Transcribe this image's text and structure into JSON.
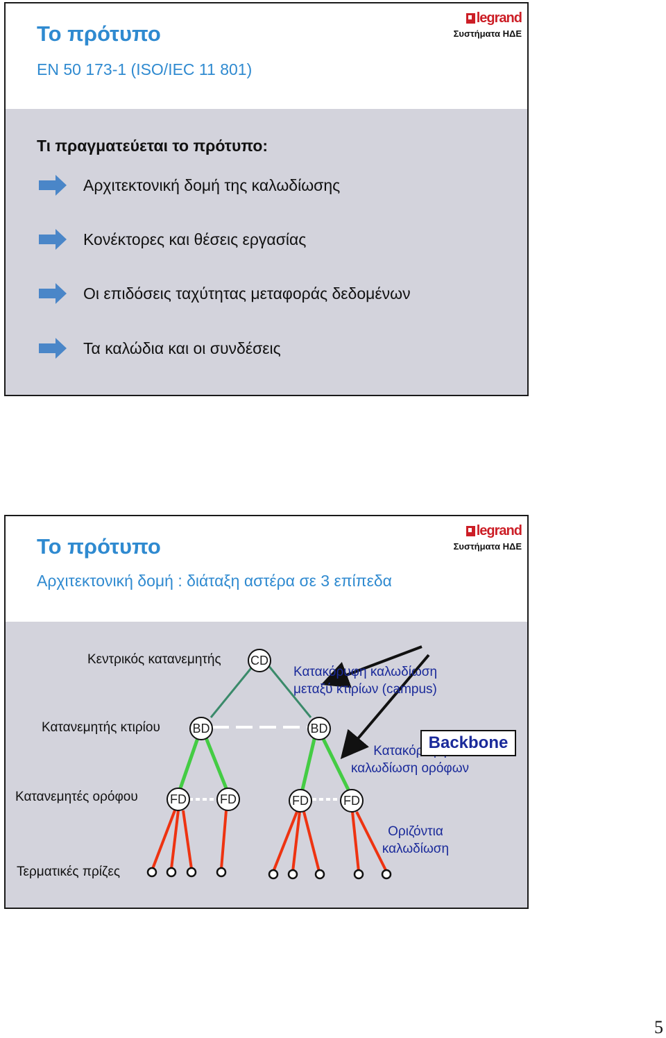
{
  "slide1": {
    "title": "Το πρότυπο",
    "subtitle": "EN 50 173-1 (ISO/IEC 11 801)",
    "logo_brand": "legrand",
    "logo_sub": "Συστήματα ΗΔΕ",
    "heading": "Τι πραγματεύεται το πρότυπο:",
    "bullets": [
      {
        "icon": "arrow-right-icon",
        "text": "Αρχιτεκτονική δομή της καλωδίωσης"
      },
      {
        "icon": "arrow-right-icon",
        "text": "Κονέκτορες και θέσεις εργασίας"
      },
      {
        "icon": "arrow-right-icon",
        "text": "Οι επιδόσεις ταχύτητας μεταφοράς δεδομένων"
      },
      {
        "icon": "arrow-right-icon",
        "text": "Τα καλώδια και οι συνδέσεις"
      }
    ]
  },
  "slide2": {
    "title": "Το πρότυπο",
    "subtitle": "Αρχιτεκτονική δομή : διάταξη αστέρα σε 3 επίπεδα",
    "logo_brand": "legrand",
    "logo_sub": "Συστήματα ΗΔΕ",
    "diagram": {
      "level_labels": {
        "central": "Κεντρικός κατανεμητής",
        "building": "Κατανεμητής κτιρίου",
        "floor": "Κατανεμητές ορόφου",
        "outlets": "Τερματικές πρίζες"
      },
      "nodes": {
        "cd": "CD",
        "bd1": "BD",
        "bd2": "BD",
        "fd1": "FD",
        "fd2": "FD",
        "fd3": "FD",
        "fd4": "FD"
      },
      "backbone": "Backbone",
      "campus_line1": "Κατακόρυφη καλωδίωση",
      "campus_line2": "μεταξύ κτιρίων (campus)",
      "vertical_line1": "Κατακόρυφη",
      "vertical_line2": "καλωδίωση ορόφων",
      "horizontal_line1": "Οριζόντια",
      "horizontal_line2": "καλωδίωση",
      "colors": {
        "campus_link": "#3a8a6a",
        "building_link": "#44cc44",
        "horizontal_link": "#ee3311",
        "dashed_link": "#ffffff",
        "pointer_arrow": "#111111"
      }
    }
  },
  "page_number": "5"
}
